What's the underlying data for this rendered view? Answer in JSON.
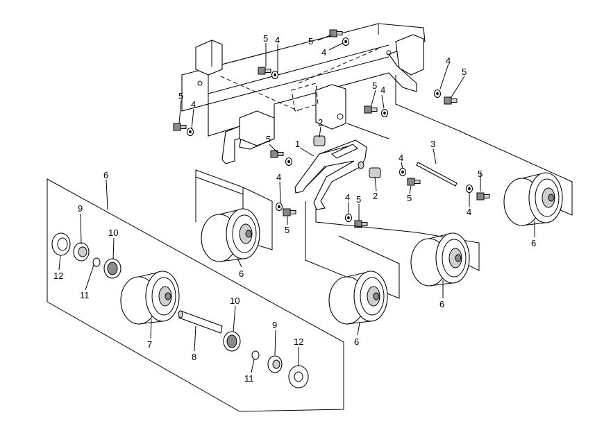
{
  "diagram": {
    "callouts": [
      {
        "id": "c5a",
        "text": "5"
      },
      {
        "id": "c4a",
        "text": "4"
      },
      {
        "id": "c5b",
        "text": "5"
      },
      {
        "id": "c4b",
        "text": "4"
      },
      {
        "id": "c4c",
        "text": "4"
      },
      {
        "id": "c5c",
        "text": "5"
      },
      {
        "id": "c5d",
        "text": "5"
      },
      {
        "id": "c4d",
        "text": "4"
      },
      {
        "id": "c5e",
        "text": "5"
      },
      {
        "id": "c4e",
        "text": "4"
      },
      {
        "id": "c2a",
        "text": "2"
      },
      {
        "id": "c1",
        "text": "1"
      },
      {
        "id": "c3",
        "text": "3"
      },
      {
        "id": "c5f",
        "text": "5"
      },
      {
        "id": "c4f",
        "text": "4"
      },
      {
        "id": "c5g",
        "text": "5"
      },
      {
        "id": "c4g",
        "text": "4"
      },
      {
        "id": "c5h",
        "text": "5"
      },
      {
        "id": "c2b",
        "text": "2"
      },
      {
        "id": "c4h",
        "text": "4"
      },
      {
        "id": "c5i",
        "text": "5"
      },
      {
        "id": "c5j",
        "text": "5"
      },
      {
        "id": "c4i",
        "text": "4"
      },
      {
        "id": "c6a",
        "text": "6"
      },
      {
        "id": "c6b",
        "text": "6"
      },
      {
        "id": "c6c",
        "text": "6"
      },
      {
        "id": "c6d",
        "text": "6"
      },
      {
        "id": "c6e",
        "text": "6"
      },
      {
        "id": "c9a",
        "text": "9"
      },
      {
        "id": "c10a",
        "text": "10"
      },
      {
        "id": "c12a",
        "text": "12"
      },
      {
        "id": "c11a",
        "text": "11"
      },
      {
        "id": "c7",
        "text": "7"
      },
      {
        "id": "c8",
        "text": "8"
      },
      {
        "id": "c10b",
        "text": "10"
      },
      {
        "id": "c9b",
        "text": "9"
      },
      {
        "id": "c12b",
        "text": "12"
      },
      {
        "id": "c11b",
        "text": "11"
      }
    ]
  }
}
